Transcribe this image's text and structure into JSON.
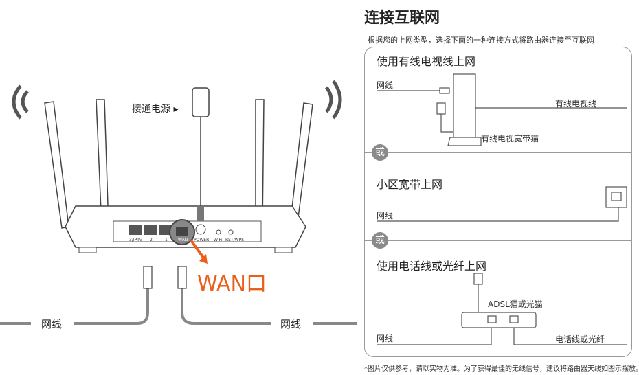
{
  "left": {
    "power_label": "接通电源 ▸",
    "wan_label": "WAN口",
    "cable_left": "网线",
    "cable_right": "网线",
    "ports": [
      "3/IPTV",
      "2",
      "1",
      "WAN",
      "POWER",
      "WiFi",
      "RST/WPS"
    ],
    "accent_color": "#e8601c"
  },
  "right": {
    "title": "连接互联网",
    "subtitle": "根据您的上网类型，选择下面的一种连接方式将路由器连接至互联网",
    "or_label": "或",
    "sections": [
      {
        "title": "使用有线电视线上网",
        "labels": [
          "网线",
          "有线电视线",
          "有线电视宽带猫"
        ]
      },
      {
        "title": "小区宽带上网",
        "labels": [
          "网线"
        ]
      },
      {
        "title": "使用电话线或光纤上网",
        "labels": [
          "ADSL猫或光猫",
          "网线",
          "电话线或光纤"
        ]
      }
    ],
    "footnote": "*图片仅供参考，请以实物为准。为了获得最佳的无线信号，建议将路由器天线如图示摆放。"
  }
}
